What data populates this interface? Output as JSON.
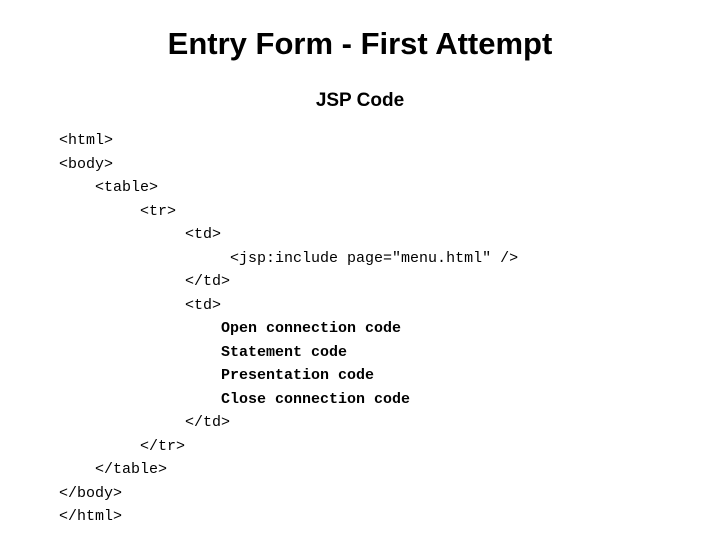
{
  "slide": {
    "title": "Entry Form - First Attempt",
    "subtitle": "JSP Code",
    "background_color": "#ffffff",
    "text_color": "#000000"
  },
  "code": {
    "language": "jsp",
    "lines": [
      {
        "indent": 0,
        "text": "<html>",
        "bold": false
      },
      {
        "indent": 0,
        "text": "<body>",
        "bold": false
      },
      {
        "indent": 4,
        "text": "<table>",
        "bold": false
      },
      {
        "indent": 9,
        "text": "<tr>",
        "bold": false
      },
      {
        "indent": 14,
        "text": "<td>",
        "bold": false
      },
      {
        "indent": 19,
        "text": "<jsp:include page=\"menu.html\" />",
        "bold": false
      },
      {
        "indent": 14,
        "text": "</td>",
        "bold": false
      },
      {
        "indent": 14,
        "text": "<td>",
        "bold": false
      },
      {
        "indent": 18,
        "text": "Open connection code",
        "bold": true
      },
      {
        "indent": 18,
        "text": "Statement code",
        "bold": true
      },
      {
        "indent": 18,
        "text": "Presentation code",
        "bold": true
      },
      {
        "indent": 18,
        "text": "Close connection code",
        "bold": true
      },
      {
        "indent": 14,
        "text": "</td>",
        "bold": false
      },
      {
        "indent": 9,
        "text": "</tr>",
        "bold": false
      },
      {
        "indent": 4,
        "text": "</table>",
        "bold": false
      },
      {
        "indent": 0,
        "text": "</body>",
        "bold": false
      },
      {
        "indent": 0,
        "text": "</html>",
        "bold": false
      }
    ]
  }
}
